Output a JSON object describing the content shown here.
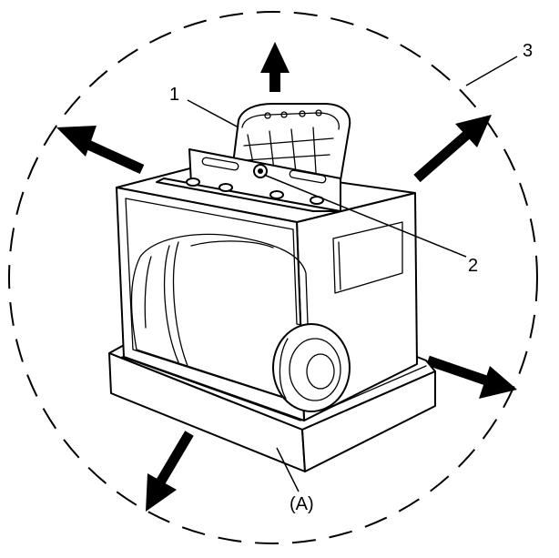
{
  "callouts": {
    "vent_flap": "1",
    "mounting_bolt": "2",
    "clearance_zone": "3",
    "base_tray": "(A)"
  },
  "colors": {
    "line": "#000000",
    "background": "#ffffff"
  },
  "icons": {
    "direction_arrow": "arrow-icon"
  }
}
